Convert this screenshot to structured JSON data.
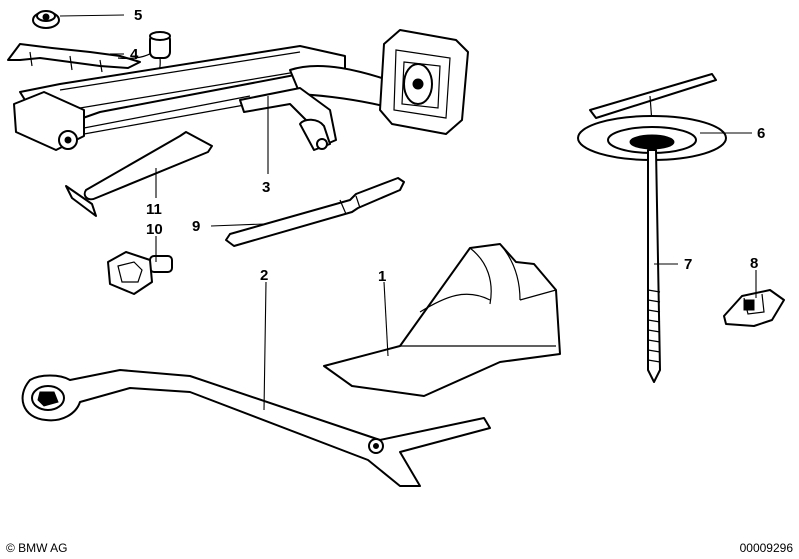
{
  "diagram": {
    "callouts": [
      {
        "id": "c1",
        "label": "1"
      },
      {
        "id": "c2",
        "label": "2"
      },
      {
        "id": "c3",
        "label": "3"
      },
      {
        "id": "c4",
        "label": "4"
      },
      {
        "id": "c5",
        "label": "5"
      },
      {
        "id": "c6",
        "label": "6"
      },
      {
        "id": "c7",
        "label": "7"
      },
      {
        "id": "c8",
        "label": "8"
      },
      {
        "id": "c9",
        "label": "9"
      },
      {
        "id": "c10",
        "label": "10"
      },
      {
        "id": "c11",
        "label": "11"
      }
    ]
  },
  "footer": {
    "copyright": "© BMW AG",
    "diagram_number": "00009296"
  }
}
